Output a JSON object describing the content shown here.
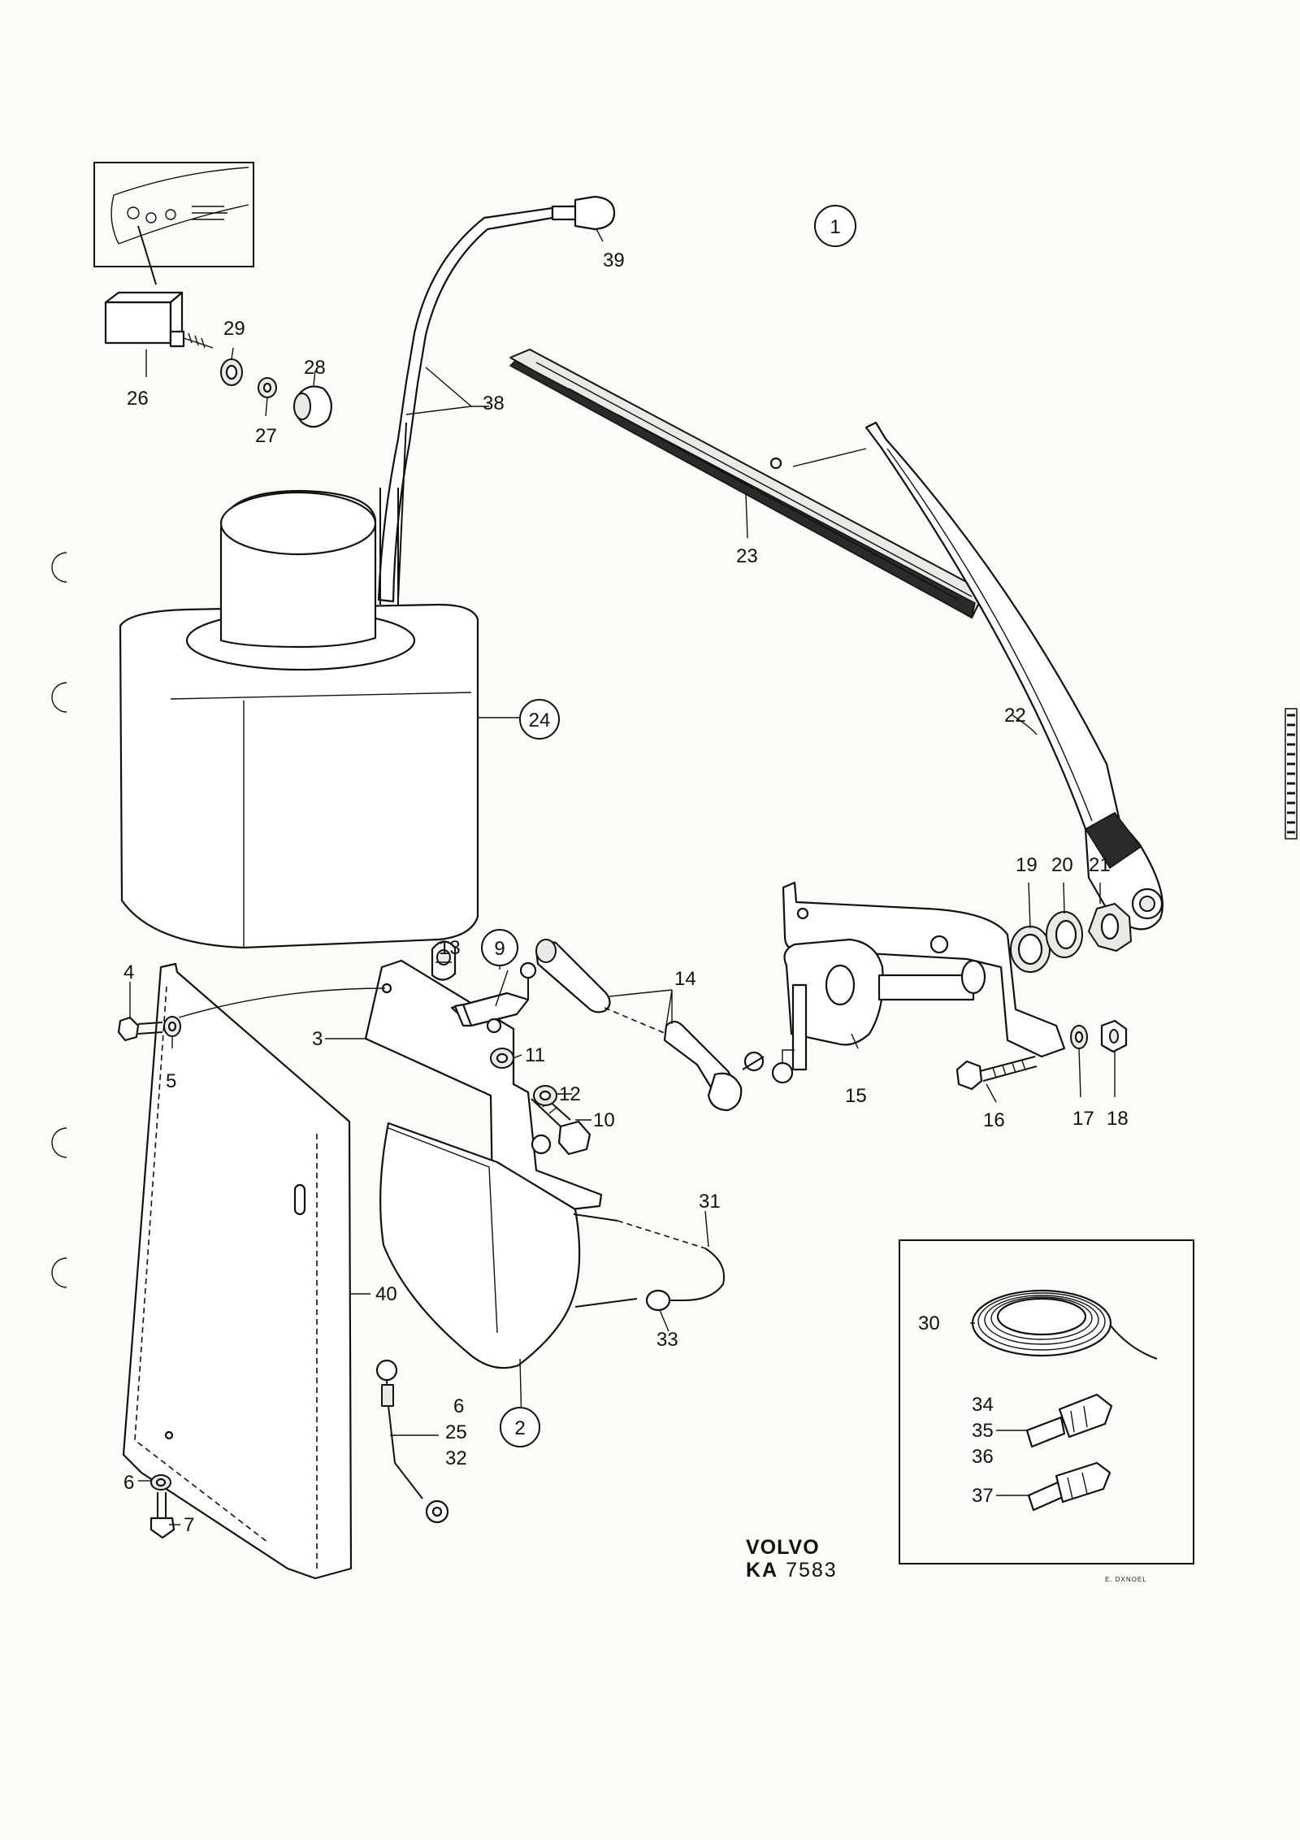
{
  "diagram_number": "1",
  "stamp": {
    "brand": "VOLVO",
    "code_prefix": "KA",
    "code_number": "7583"
  },
  "signature": "E. DXNOEL",
  "part_labels": {
    "p2": "2",
    "p3": "3",
    "p4": "4",
    "p5": "5",
    "p6a": "6",
    "p6b": "6",
    "p7": "7",
    "p9": "9",
    "p10": "10",
    "p11": "11",
    "p12": "12",
    "p13": "13",
    "p14": "14",
    "p15": "15",
    "p16": "16",
    "p17": "17",
    "p18": "18",
    "p19": "19",
    "p20": "20",
    "p21": "21",
    "p22": "22",
    "p23": "23",
    "p24": "24",
    "p25": "25",
    "p26": "26",
    "p27": "27",
    "p28": "28",
    "p29": "29",
    "p30": "30",
    "p31": "31",
    "p32": "32",
    "p33": "33",
    "p34": "34",
    "p35": "35",
    "p36": "36",
    "p37": "37",
    "p38": "38",
    "p39": "39",
    "p40": "40"
  }
}
